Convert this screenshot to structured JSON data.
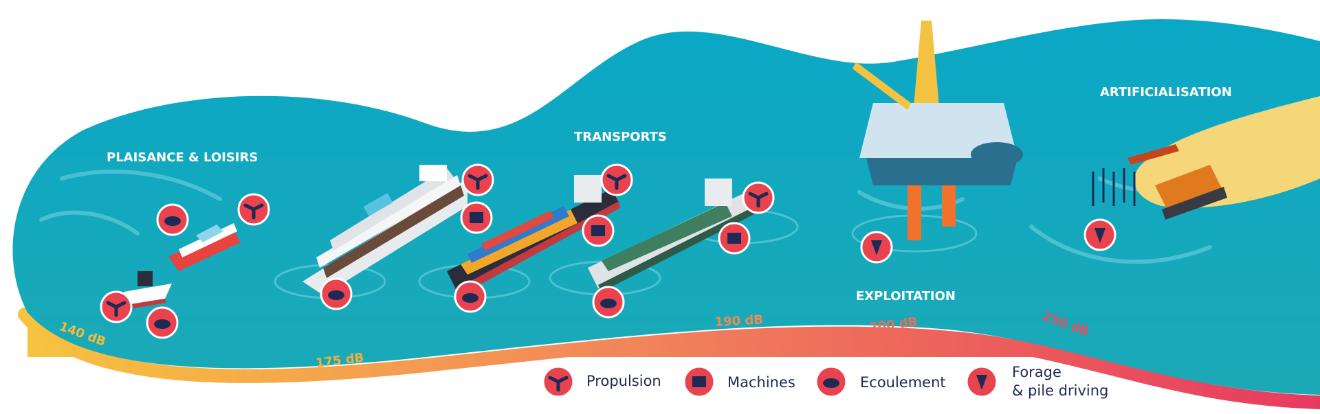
{
  "zones": {
    "plaisance": "PLAISANCE & LOISIRS",
    "transports": "TRANSPORTS",
    "exploitation": "EXPLOITATION",
    "artificialisation": "ARTIFICIALISATION"
  },
  "levels": [
    "140 dB",
    "175 dB",
    "190 dB",
    "200 dB",
    "250 dB"
  ],
  "legend": {
    "propulsion": "Propulsion",
    "machines": "Machines",
    "ecoulement": "Ecoulement",
    "forage_line1": "Forage",
    "forage_line2": "& pile driving"
  },
  "colors": {
    "sea": "#13a5bd",
    "sea_light": "#5cc7d8",
    "badge": "#e8434f",
    "gradient_start": "#f7c33e",
    "gradient_end": "#e73a5f",
    "sand": "#f5d77a",
    "legend_text": "#1d2a55"
  },
  "icons": [
    "propeller-icon",
    "machine-icon",
    "flow-icon",
    "drill-icon"
  ]
}
